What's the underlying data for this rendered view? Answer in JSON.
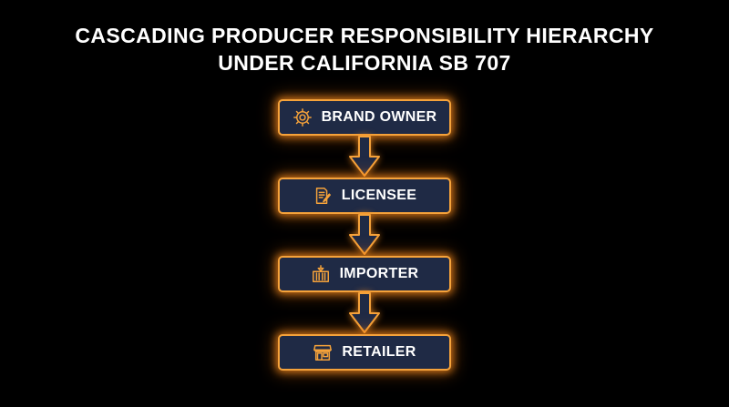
{
  "title": {
    "line1": "CASCADING PRODUCER RESPONSIBILITY HIERARCHY",
    "line2": "UNDER CALIFORNIA SB 707"
  },
  "nodes": [
    {
      "label": "BRAND OWNER",
      "icon": "gear-icon"
    },
    {
      "label": "LICENSEE",
      "icon": "document-pen-icon"
    },
    {
      "label": "IMPORTER",
      "icon": "shipping-container-icon"
    },
    {
      "label": "RETAILER",
      "icon": "storefront-icon"
    }
  ],
  "colors": {
    "background": "#000000",
    "node_fill": "#1f2a45",
    "accent": "#f5a23a",
    "text": "#ffffff"
  }
}
